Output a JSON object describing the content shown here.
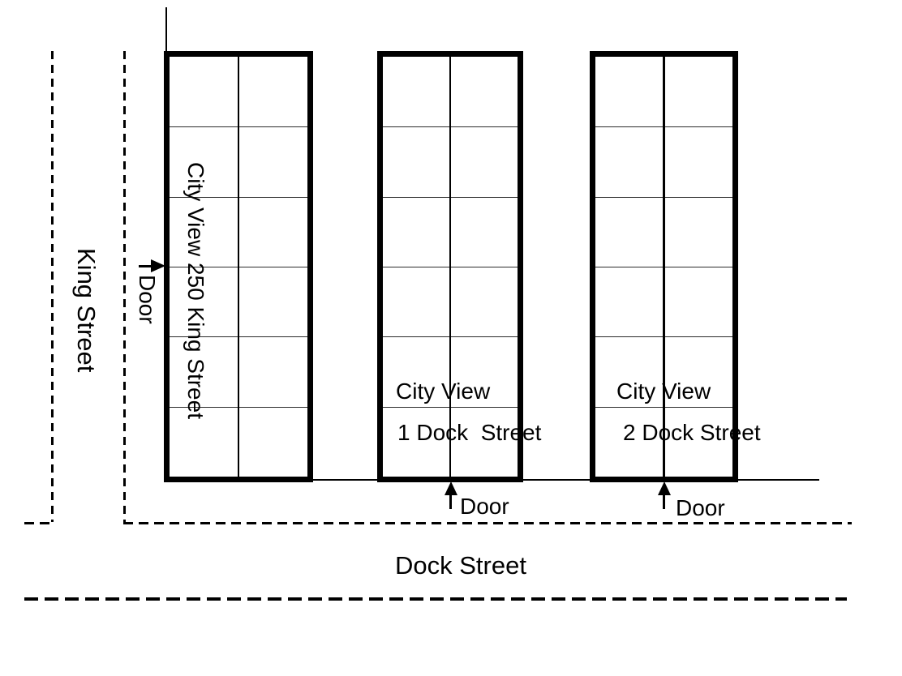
{
  "colors": {
    "line": "#000000",
    "background": "#ffffff"
  },
  "streets": {
    "king_label": "King Street",
    "dock_label": "Dock Street"
  },
  "buildings": {
    "king250": {
      "label": "City View 250 King Street",
      "door_label": "Door"
    },
    "dock1": {
      "name": "City View",
      "address": "1 Dock  Street",
      "door_label": "Door"
    },
    "dock2": {
      "name": "City View",
      "address": "2 Dock Street",
      "door_label": "Door"
    }
  }
}
